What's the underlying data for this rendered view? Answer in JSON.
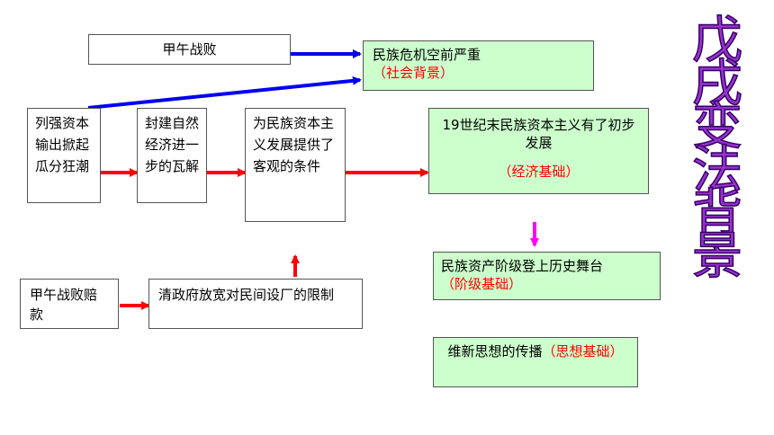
{
  "title": [
    "戊",
    "戌",
    "变",
    "法",
    "背",
    "景"
  ],
  "boxes": {
    "war_defeat_top": "甲午战败",
    "national_crisis": "民族危机空前严重",
    "social_bg": "（社会背景）",
    "powers": "列强资本输出掀起瓜分狂潮",
    "feudal": "封建自然经济进一步的瓦解",
    "conditions": "为民族资本主义发展提供了客观的条件",
    "capitalism": "19世纪末民族资本主义有了初步发展",
    "economic_bg": "（经济基础）",
    "war_indemnity": "甲午战败赔款",
    "qing_policy": "清政府放宽对民间设厂的限制",
    "bourgeoisie": "民族资产阶级登上历史舞台",
    "class_bg": "（阶级基础）",
    "reform_thought": "维新思想的传播",
    "thought_bg": "（思想基础）"
  }
}
